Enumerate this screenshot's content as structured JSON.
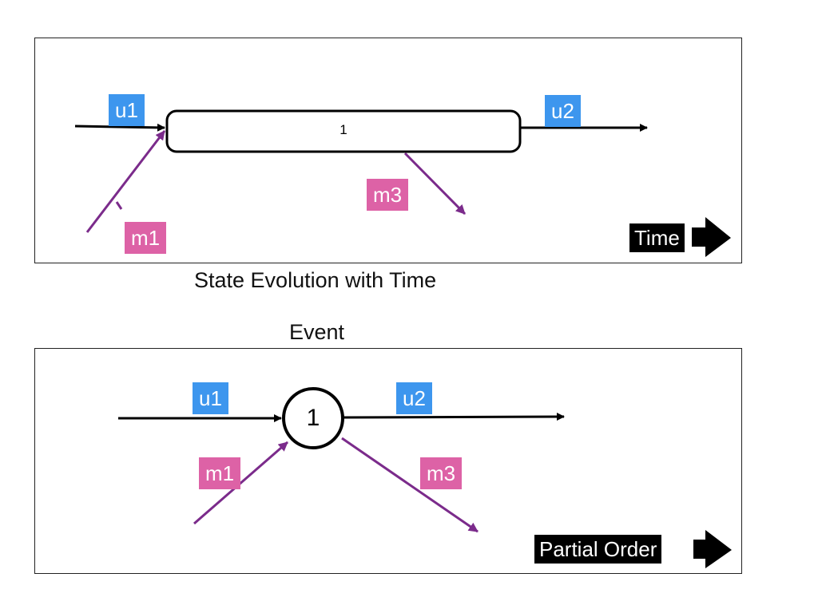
{
  "top_panel": {
    "caption": "State Evolution with Time",
    "state_label": "1",
    "user_in": "u1",
    "user_out": "u2",
    "msg_in": "m1",
    "msg_out": "m3",
    "axis_label": "Time"
  },
  "bottom_panel": {
    "title": "Event",
    "event_label": "1",
    "user_in": "u1",
    "user_out": "u2",
    "msg_in": "m1",
    "msg_out": "m3",
    "axis_label": "Partial Order"
  },
  "colors": {
    "user_tag": "#3d96ee",
    "message_tag": "#dd62a6",
    "message_line": "#7b2b8b",
    "user_line": "#000000"
  }
}
